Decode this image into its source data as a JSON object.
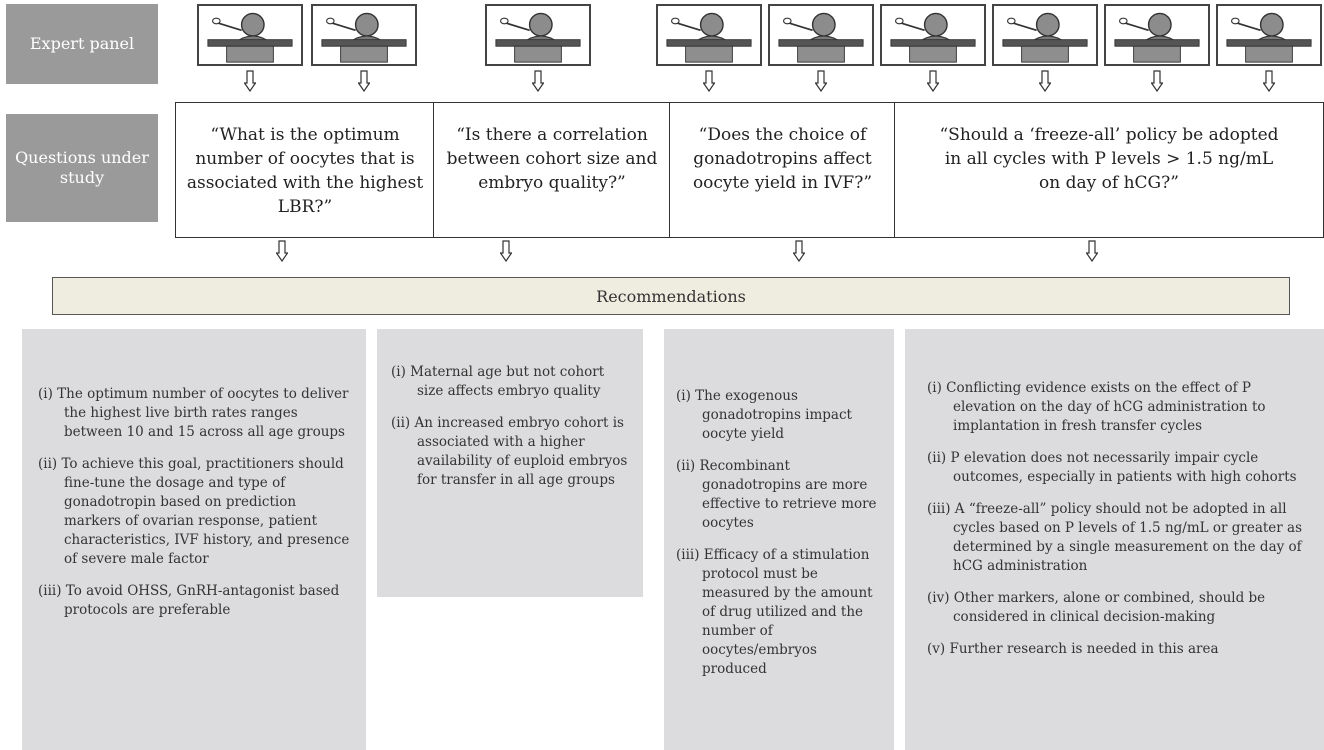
{
  "labels": {
    "expert_panel": "Expert panel",
    "questions": "Questions under study"
  },
  "questions": [
    "“What is the optimum number of oocytes that is associated with the highest LBR?”",
    "“Is there a correlation between cohort size and embryo quality?”",
    "“Does the choice of gonadotropins affect oocyte yield in IVF?”",
    "“Should a ‘freeze-all’ policy be adopted in all cycles with P levels > 1.5 ng/mL on day of hCG?”"
  ],
  "recommendations_title": "Recommendations",
  "recommendations": [
    [
      "(i) The optimum number of oocytes to deliver the highest live birth rates ranges between 10 and 15 across all age groups",
      "(ii) To achieve this goal, practitioners should fine-tune the dosage and type of gonadotropin based on prediction markers of ovarian response, patient characteristics, IVF history, and presence of severe male factor",
      "(iii) To avoid OHSS, GnRH-antagonist based protocols are preferable"
    ],
    [
      "(i) Maternal age but not cohort size affects embryo quality",
      "(ii) An increased embryo cohort is associated with a higher availability of euploid embryos for transfer in all age groups"
    ],
    [
      "(i) The exogenous gonadotropins impact oocyte yield",
      "(ii) Recombinant gonadotropins are more effective to retrieve more oocytes",
      "(iii) Efficacy of a stimulation protocol must be measured by the amount of drug utilized and the number of oocytes/embryos produced"
    ],
    [
      "(i) Conflicting evidence exists on the effect of P elevation on the day of hCG administration to implantation in fresh transfer cycles",
      "(ii) P elevation does not necessarily impair cycle outcomes, especially in patients with high cohorts",
      "(iii) A “freeze-all” policy should not be adopted in all cycles based on P levels of 1.5 ng/mL or greater as determined by a single measurement on the day of hCG administration",
      "(iv) Other markers, alone or combined, should be considered in clinical decision-making",
      "(v) Further research is needed in this area"
    ]
  ],
  "icons": {
    "speaker": "speaker-at-podium-icon",
    "arrow": "down-arrow-icon"
  },
  "colors": {
    "side_label_bg": "#9a9a9a",
    "recommendation_bar_bg": "#efece0",
    "recommendation_box_bg": "#dcdcde"
  }
}
